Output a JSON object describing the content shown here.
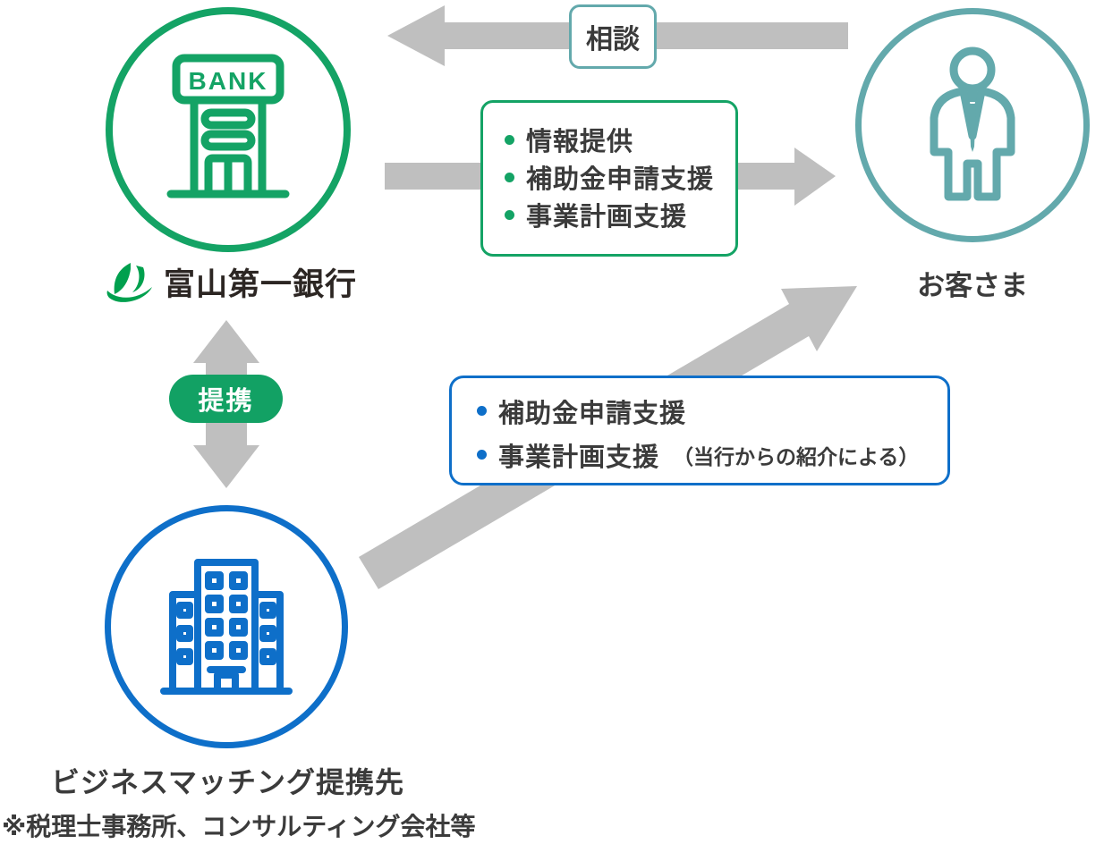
{
  "palette": {
    "green": "#14A365",
    "logo_green": "#00A04E",
    "teal": "#63A9AC",
    "blue": "#0E6FC9",
    "arrow_gray": "#BFBFBF",
    "text_dark": "#3B3B3B",
    "bank_name_text": "#2C2623",
    "pill_text": "#FFFFFF",
    "background": "#FFFFFF"
  },
  "nodes": {
    "bank": {
      "name": "富山第一銀行",
      "icon": "bank-building-icon",
      "sign_text": "BANK"
    },
    "customer": {
      "label": "お客さま",
      "icon": "businessman-icon"
    },
    "partner": {
      "label": "ビジネスマッチング提携先",
      "note": "※税理士事務所、コンサルティング会社等",
      "icon": "office-building-icon"
    }
  },
  "relations": {
    "consult": {
      "label": "相談",
      "direction": "customer-to-bank"
    },
    "bank_services": {
      "direction": "bank-to-customer",
      "items": [
        "情報提供",
        "補助金申請支援",
        "事業計画支援"
      ]
    },
    "partnership": {
      "label": "提携",
      "direction": "bank-and-partner-both-ways"
    },
    "partner_services": {
      "direction": "partner-to-customer",
      "items": [
        "補助金申請支援",
        "事業計画支援"
      ],
      "item2_note": "（当行からの紹介による）"
    }
  }
}
